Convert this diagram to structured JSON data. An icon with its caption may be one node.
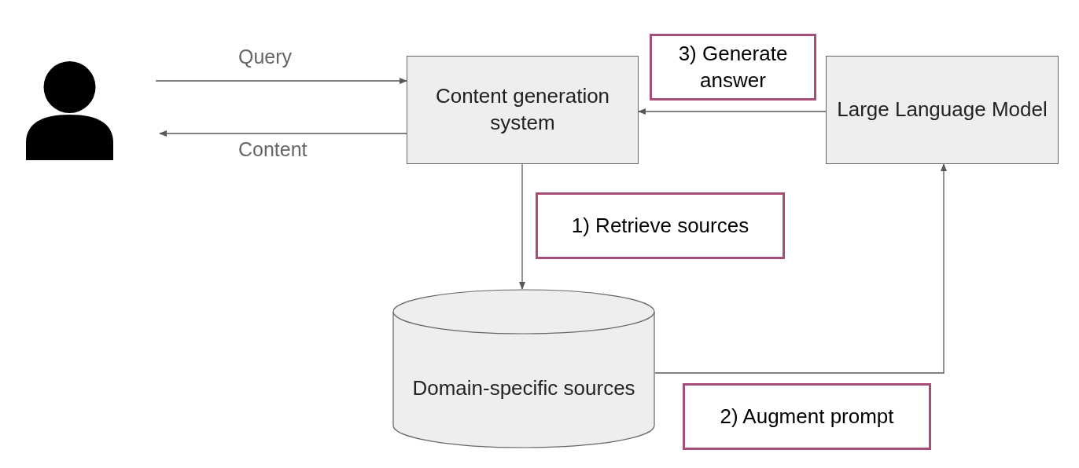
{
  "diagram": {
    "nodes": [
      {
        "text": [],
        "shape": "person"
      },
      {
        "text": [
          "Content generation system"
        ]
      },
      {
        "text": [
          "Large Language Model"
        ]
      },
      {
        "text": [
          "Domain-specific sources"
        ]
      },
      {
        "text": [
          "3) Generate answer"
        ]
      },
      {
        "text": [
          "1) Retrieve sources"
        ]
      },
      {
        "text": [
          "2) Augment prompt"
        ]
      }
    ],
    "edges": [
      {
        "from": 0,
        "to": 1,
        "arrow": "to",
        "label": "Query"
      },
      {
        "from": 1,
        "to": 0,
        "arrow": "to",
        "label": "Content"
      },
      {
        "from": 2,
        "to": 1,
        "arrow": "to"
      },
      {
        "from": 1,
        "to": 3,
        "arrow": "to"
      },
      {
        "from": 3,
        "to": 2,
        "arrow": "to"
      }
    ]
  }
}
